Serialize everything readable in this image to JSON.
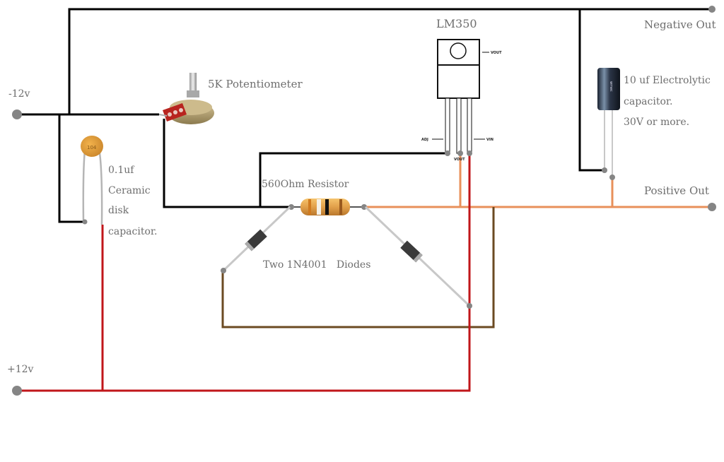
{
  "title": "LM350 Negative-to-positive power circuit",
  "colors": {
    "negative_wire": "#000000",
    "positive_supply_wire": "#c0161a",
    "output_wire": "#e8905a",
    "diode_loop_wire": "#6b4a22",
    "terminal": "#858585",
    "label_text": "#6e6e6e"
  },
  "terminals": {
    "minus12": "-12v",
    "plus12": "+12v",
    "negative_out": "Negative Out",
    "positive_out": "Positive Out"
  },
  "components": {
    "regulator": {
      "name": "LM350",
      "pin_labels": {
        "adj": "ADJ",
        "vout": "VOUT",
        "vin": "VIN",
        "tab": "VOUT"
      }
    },
    "potentiometer": {
      "label": "5K Potentiometer"
    },
    "ceramic_cap": {
      "lines": [
        "0.1uf",
        "Ceramic",
        "disk",
        "capacitor."
      ]
    },
    "resistor": {
      "label": "560Ohm Resistor"
    },
    "diodes": {
      "label": "Two 1N4001   Diodes"
    },
    "electrolytic": {
      "lines": [
        "10 uf Electrolytic",
        "capacitor.",
        "30V or more."
      ],
      "brand_mark": "wmec"
    }
  }
}
